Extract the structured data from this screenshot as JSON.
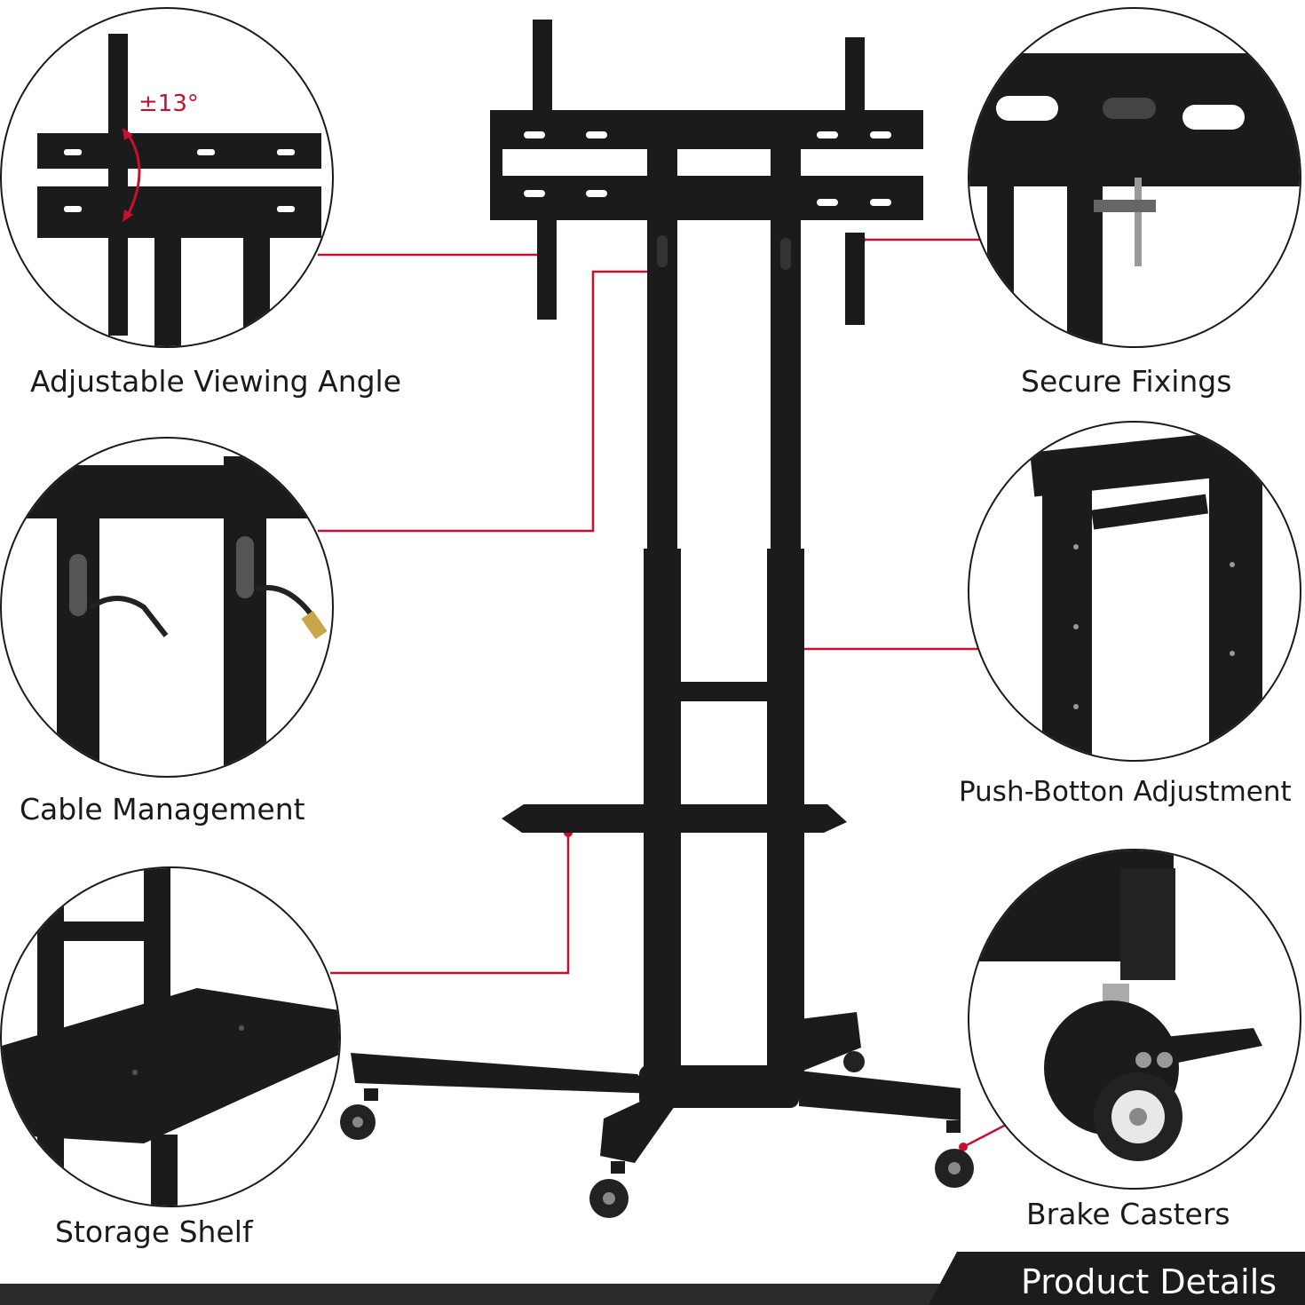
{
  "features": [
    {
      "id": "angle",
      "label": "Adjustable Viewing Angle",
      "callout": "±13°"
    },
    {
      "id": "fixings",
      "label": "Secure Fixings"
    },
    {
      "id": "cable",
      "label": "Cable Management"
    },
    {
      "id": "push",
      "label": "Push-Botton Adjustment"
    },
    {
      "id": "shelf",
      "label": "Storage Shelf"
    },
    {
      "id": "casters",
      "label": "Brake Casters"
    }
  ],
  "footer": {
    "title": "Product Details"
  },
  "colors": {
    "accent": "#c8102e",
    "metal": "#1b1b1b",
    "footer_bar": "#2a2a2a",
    "background": "#ffffff"
  }
}
